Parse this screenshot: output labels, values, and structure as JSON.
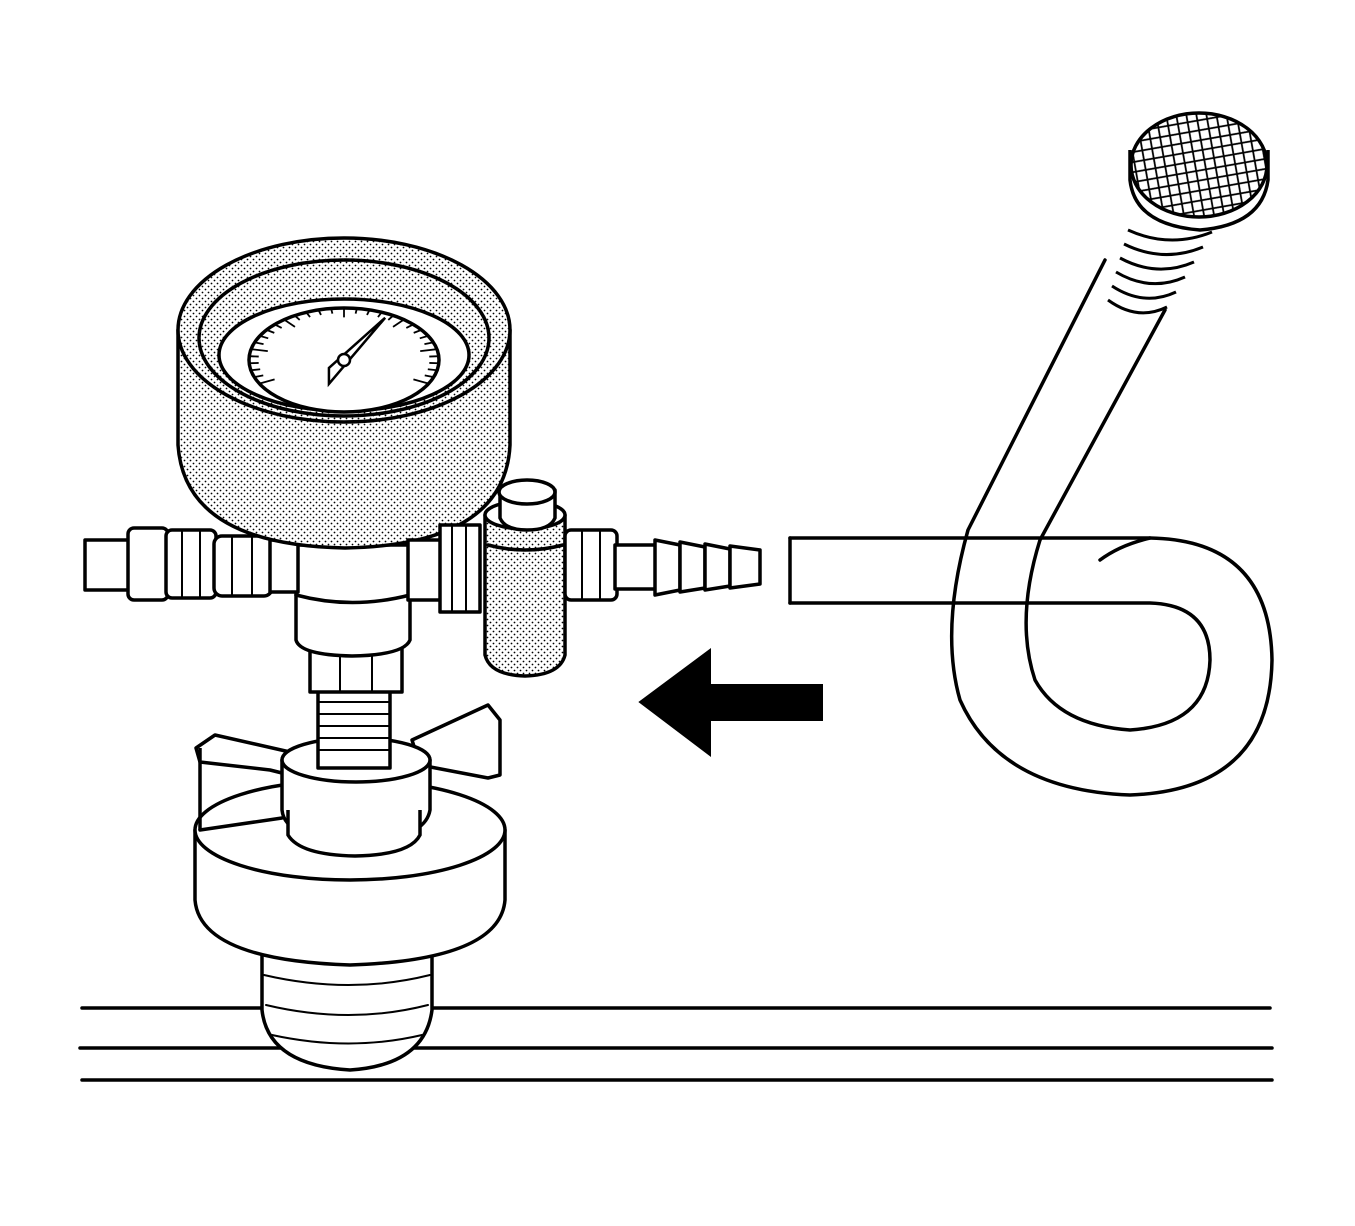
{
  "figure": {
    "background": "#ffffff",
    "line_color": "#000000",
    "shading": "stipple",
    "direction_arrow": "left",
    "gauge_needle_fraction": 0.62
  }
}
